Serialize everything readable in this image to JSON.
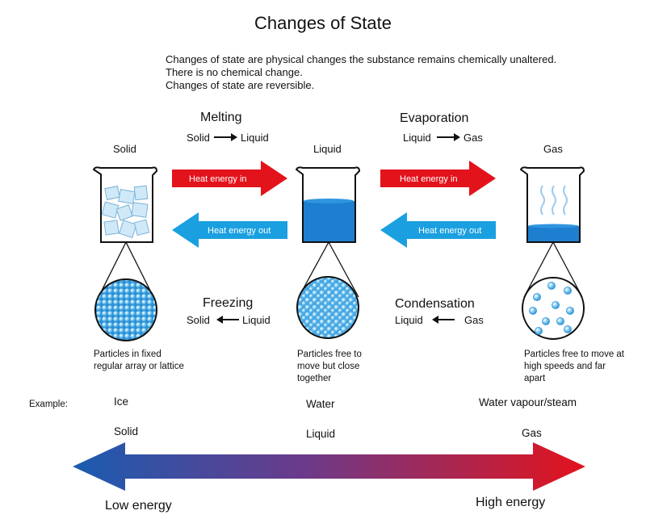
{
  "title": "Changes of State",
  "intro": [
    "Changes of state are physical changes the substance remains chemically unaltered.",
    "There is no chemical change.",
    "Changes of state are reversible."
  ],
  "states": {
    "solid": "Solid",
    "liquid": "Liquid",
    "gas": "Gas"
  },
  "processes": {
    "melting": {
      "name": "Melting",
      "from": "Solid",
      "to": "Liquid"
    },
    "evaporation": {
      "name": "Evaporation",
      "from": "Liquid",
      "to": "Gas"
    },
    "freezing": {
      "name": "Freezing",
      "from": "Solid",
      "to": "Liquid"
    },
    "condensation": {
      "name": "Condensation",
      "from": "Liquid",
      "to": "Gas"
    }
  },
  "arrows": {
    "heat_in": "Heat energy in",
    "heat_out": "Heat energy out"
  },
  "descriptions": {
    "solid": "Particles in fixed regular array or lattice",
    "liquid": "Particles free to move but close together",
    "gas": "Particles free to move at high speeds and far apart"
  },
  "example": {
    "label": "Example:",
    "solid": "Ice",
    "liquid": "Water",
    "gas": "Water vapour/steam"
  },
  "scale": {
    "solid": "Solid",
    "liquid": "Liquid",
    "gas": "Gas",
    "low": "Low energy",
    "high": "High energy"
  },
  "colors": {
    "heat_in": "#e3131c",
    "heat_out": "#1aa0e0",
    "liquid": "#1e7fd0",
    "particle": "#5ab8ee",
    "low_energy": "#1a5cb0",
    "high_energy": "#e3131c"
  }
}
